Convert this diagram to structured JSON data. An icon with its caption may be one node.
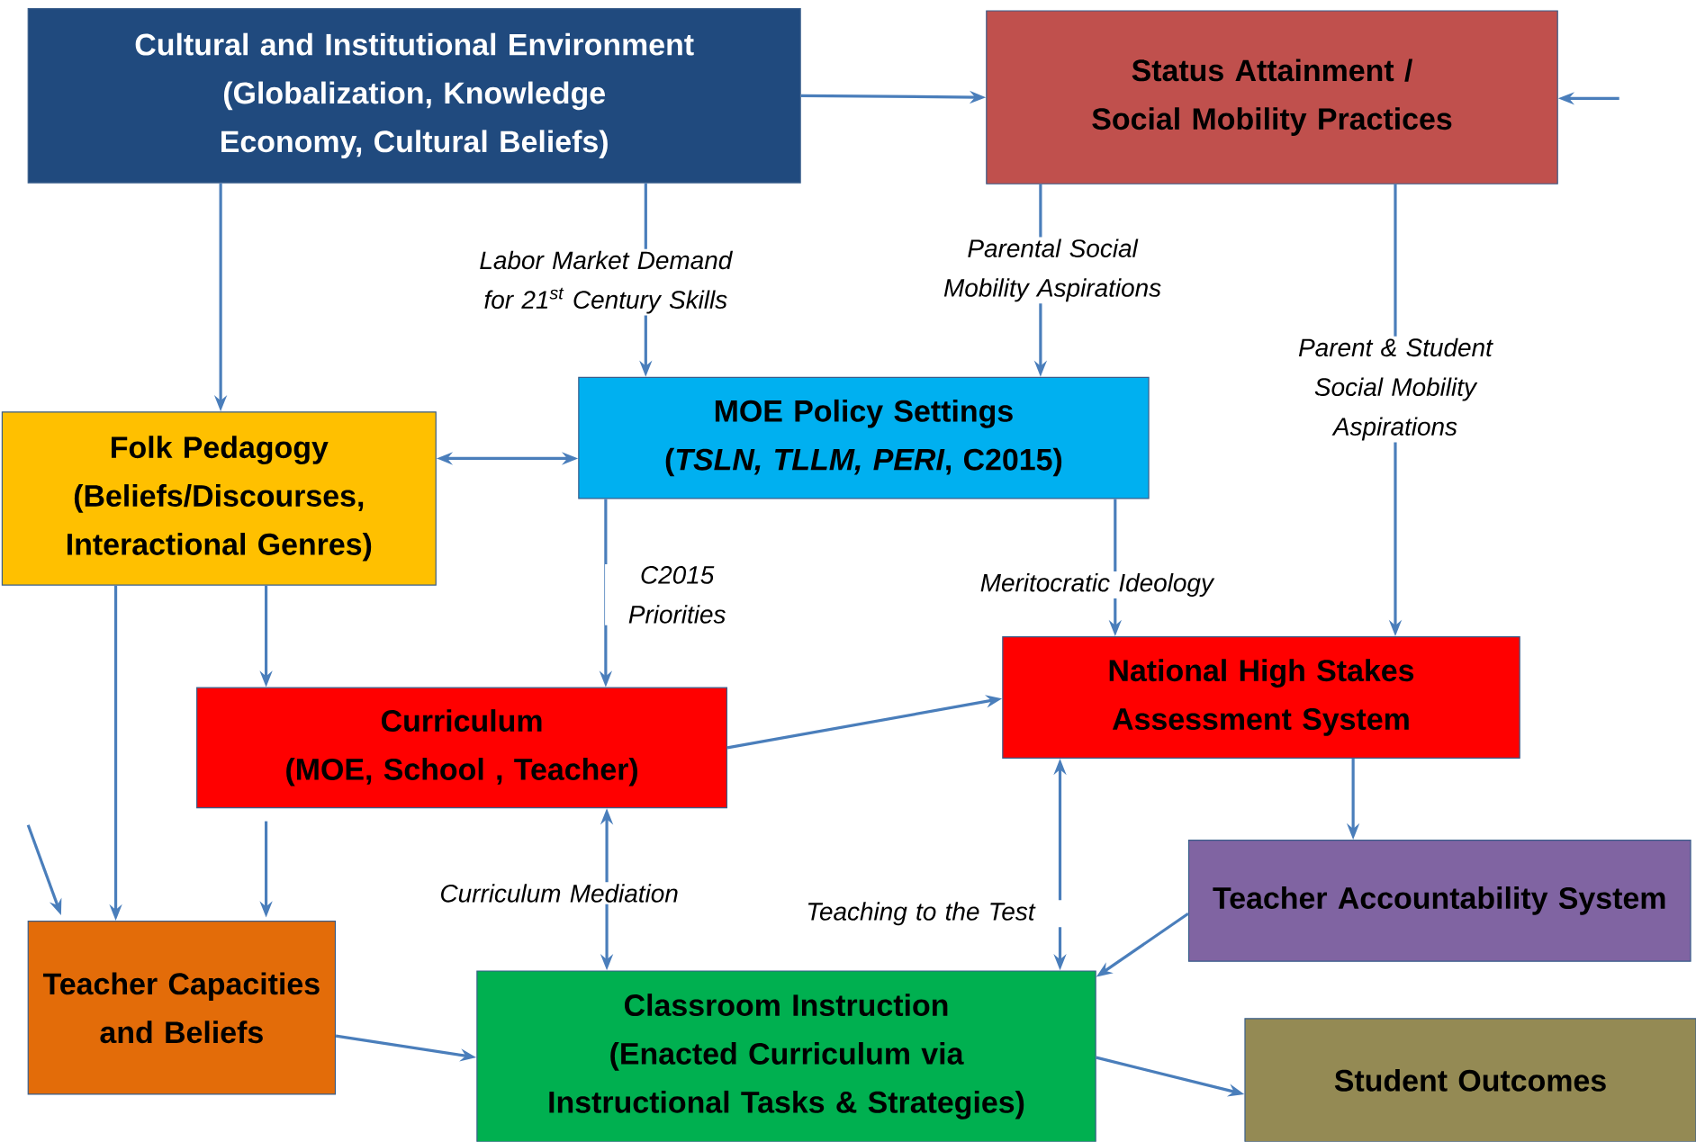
{
  "diagram": {
    "nodes": [
      {
        "text": [
          "Cultural and Institutional Environment",
          "(Globalization, Knowledge Economy, Cultural Beliefs)"
        ]
      },
      {
        "text": [
          "Status Attainment / Social Mobility Practices"
        ]
      },
      {
        "text": [
          "Folk Pedagogy",
          "(Beliefs/Discourses, Interactional Genres)"
        ]
      },
      {
        "text": [
          "MOE Policy Settings",
          "(*TSLN, TLLM, PERI*, C2015)"
        ]
      },
      {
        "text": [
          "Curriculum",
          "(MOE, School , Teacher)"
        ]
      },
      {
        "text": [
          "National High Stakes Assessment System"
        ]
      },
      {
        "text": [
          "Teacher Accountability System"
        ]
      },
      {
        "text": [
          "Teacher Capacities and Beliefs"
        ]
      },
      {
        "text": [
          "Classroom Instruction",
          "(Enacted Curriculum via Instructional Tasks & Strategies)"
        ]
      },
      {
        "text": [
          "Student Outcomes"
        ]
      }
    ],
    "edges": [
      {
        "from": 0,
        "to": 1,
        "arrow": "to"
      },
      {
        "from": null,
        "to": 1,
        "arrow": "to"
      },
      {
        "from": 0,
        "to": 2,
        "arrow": "to"
      },
      {
        "from": 0,
        "to": 3,
        "arrow": "to",
        "label": "Labor Market Demand for 21$^{st}$ Century Skills"
      },
      {
        "from": 1,
        "to": 3,
        "arrow": "to",
        "label": "Parental Social Mobility Aspirations"
      },
      {
        "from": 1,
        "to": 5,
        "arrow": "to",
        "label": "Parent & Student Social Mobility Aspirations"
      },
      {
        "from": 2,
        "to": 3,
        "arrow": "both"
      },
      {
        "from": 2,
        "to": 4,
        "arrow": "to"
      },
      {
        "from": 2,
        "to": 7,
        "arrow": "to"
      },
      {
        "from": 3,
        "to": 4,
        "arrow": "to",
        "label": "C2015 Priorities"
      },
      {
        "from": 3,
        "to": 5,
        "arrow": "to",
        "label": "Meritocratic Ideology"
      },
      {
        "from": 4,
        "to": 5,
        "arrow": "to"
      },
      {
        "from": 4,
        "to": 7,
        "arrow": "to"
      },
      {
        "from": null,
        "to": 7,
        "arrow": "to"
      },
      {
        "from": 4,
        "to": 8,
        "arrow": "both",
        "label": "Curriculum Mediation"
      },
      {
        "from": 5,
        "to": 8,
        "arrow": "both",
        "label": "Teaching to the Test"
      },
      {
        "from": 5,
        "to": 6,
        "arrow": "to"
      },
      {
        "from": 6,
        "to": 8,
        "arrow": "to"
      },
      {
        "from": 7,
        "to": 8,
        "arrow": "to"
      },
      {
        "from": 8,
        "to": 9,
        "arrow": "to"
      }
    ]
  }
}
